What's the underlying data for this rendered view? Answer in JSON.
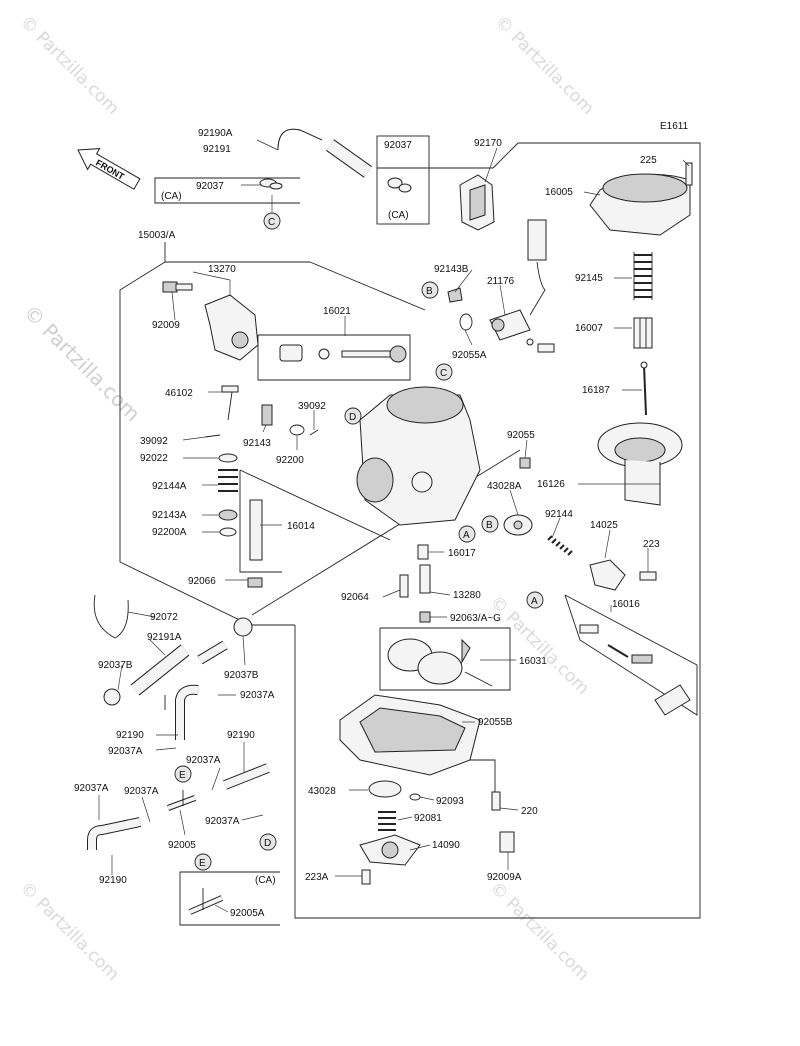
{
  "diagram_code": "E1611",
  "front_label": "FRONT",
  "watermark": "© Partzilla.com",
  "watermark_side": "© Partzilla.com",
  "parts": {
    "p92190A": "92190A",
    "p92191": "92191",
    "p92037": "92037",
    "p92037_ca": "92037",
    "ca1": "(CA)",
    "ca2": "(CA)",
    "ca3": "(CA)",
    "p92170": "92170",
    "p225": "225",
    "p16005": "16005",
    "p15003": "15003/A",
    "p13270": "13270",
    "p92009": "92009",
    "p16021": "16021",
    "p92143B": "92143B",
    "p21176": "21176",
    "p92145": "92145",
    "p92055A": "92055A",
    "p16007": "16007",
    "p46102": "46102",
    "p39092a": "39092",
    "p39092b": "39092",
    "p92143": "92143",
    "p92200": "92200",
    "p92022": "92022",
    "p16187": "16187",
    "p92055": "92055",
    "p16126": "16126",
    "p92144A": "92144A",
    "p43028A": "43028A",
    "p92143A": "92143A",
    "p16014": "16014",
    "p92144": "92144",
    "p14025": "14025",
    "p92200A": "92200A",
    "p16017": "16017",
    "p223": "223",
    "p92066": "92066",
    "p92064": "92064",
    "p13280": "13280",
    "p16016": "16016",
    "p92072": "92072",
    "p92063": "92063/A~G",
    "p92191A": "92191A",
    "p16031": "16031",
    "p92037B_l": "92037B",
    "p92037B_r": "92037B",
    "p92037A_1": "92037A",
    "p92190_1": "92190",
    "p92190_2": "92190",
    "p92037A_2": "92037A",
    "p92037A_3": "92037A",
    "p92055B": "92055B",
    "p92037A_4": "92037A",
    "p92037A_5": "92037A",
    "p43028": "43028",
    "p92093": "92093",
    "p220": "220",
    "p92037A_6": "92037A",
    "p92081": "92081",
    "p92005": "92005",
    "p14090": "14090",
    "p92190_3": "92190",
    "p223A": "223A",
    "p92009A": "92009A",
    "p92005A": "92005A"
  },
  "refs": {
    "A1": "A",
    "A2": "A",
    "B1": "B",
    "B2": "B",
    "C1": "C",
    "C2": "C",
    "D1": "D",
    "D2": "D",
    "E1": "E",
    "E2": "E"
  }
}
